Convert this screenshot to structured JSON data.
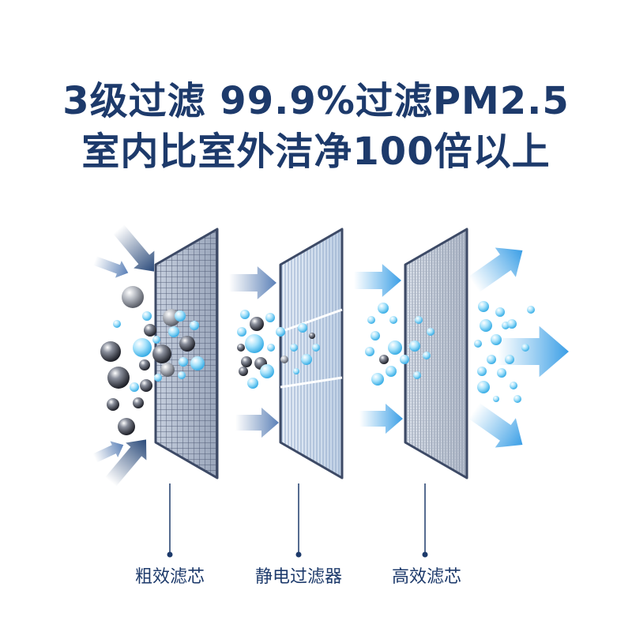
{
  "headline": {
    "line1": "3级过滤  99.9%过滤PM2.5",
    "line2": "室内比室外洁净100倍以上"
  },
  "stages": [
    {
      "label": "粗效滤芯"
    },
    {
      "label": "静电过滤器"
    },
    {
      "label": "高效滤芯"
    }
  ],
  "colors": {
    "headline": "#1d3a6b",
    "arrow_dark": "#2a4a7a",
    "arrow_blue": "#4aa8e8",
    "particle_dark": "#3a3d48",
    "particle_blue": "#7fd0f5",
    "filter_frame": "#3d4a66"
  }
}
